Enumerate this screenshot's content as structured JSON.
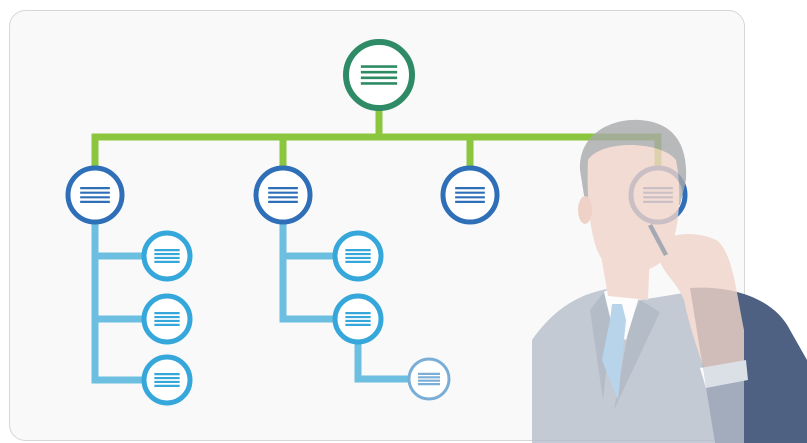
{
  "diagram": {
    "type": "org-chart",
    "nodes": [
      {
        "id": "root",
        "level": 0,
        "icon": "lines-icon"
      },
      {
        "id": "a",
        "level": 1,
        "parent": "root",
        "icon": "lines-icon"
      },
      {
        "id": "b",
        "level": 1,
        "parent": "root",
        "icon": "lines-icon"
      },
      {
        "id": "c",
        "level": 1,
        "parent": "root",
        "icon": "lines-icon"
      },
      {
        "id": "d",
        "level": 1,
        "parent": "root",
        "icon": "lines-icon"
      },
      {
        "id": "a1",
        "level": 2,
        "parent": "a",
        "icon": "lines-icon"
      },
      {
        "id": "a2",
        "level": 2,
        "parent": "a",
        "icon": "lines-icon"
      },
      {
        "id": "a3",
        "level": 2,
        "parent": "a",
        "icon": "lines-icon"
      },
      {
        "id": "b1",
        "level": 2,
        "parent": "b",
        "icon": "lines-icon"
      },
      {
        "id": "b2",
        "level": 2,
        "parent": "b",
        "icon": "lines-icon"
      },
      {
        "id": "b21",
        "level": 3,
        "parent": "b2",
        "icon": "lines-icon"
      }
    ],
    "colors": {
      "root": "#2e8b65",
      "level1": "#2f6fb8",
      "level2": "#35a7db",
      "level3": "#7aaed6",
      "trunk_connector": "#8cc63f",
      "branch_connector": "#6cbfe0",
      "board_background": "#f9f9f9",
      "board_border": "#d6d6d6"
    }
  },
  "figure": {
    "subject": "businessman-illustration",
    "colors": {
      "suit": "#b7bfcc",
      "suit_dark": "#4e6182",
      "shirt": "#ffffff",
      "tie": "#a9cce8",
      "skin": "#f1d4c9",
      "hair": "#a8aaab"
    }
  }
}
